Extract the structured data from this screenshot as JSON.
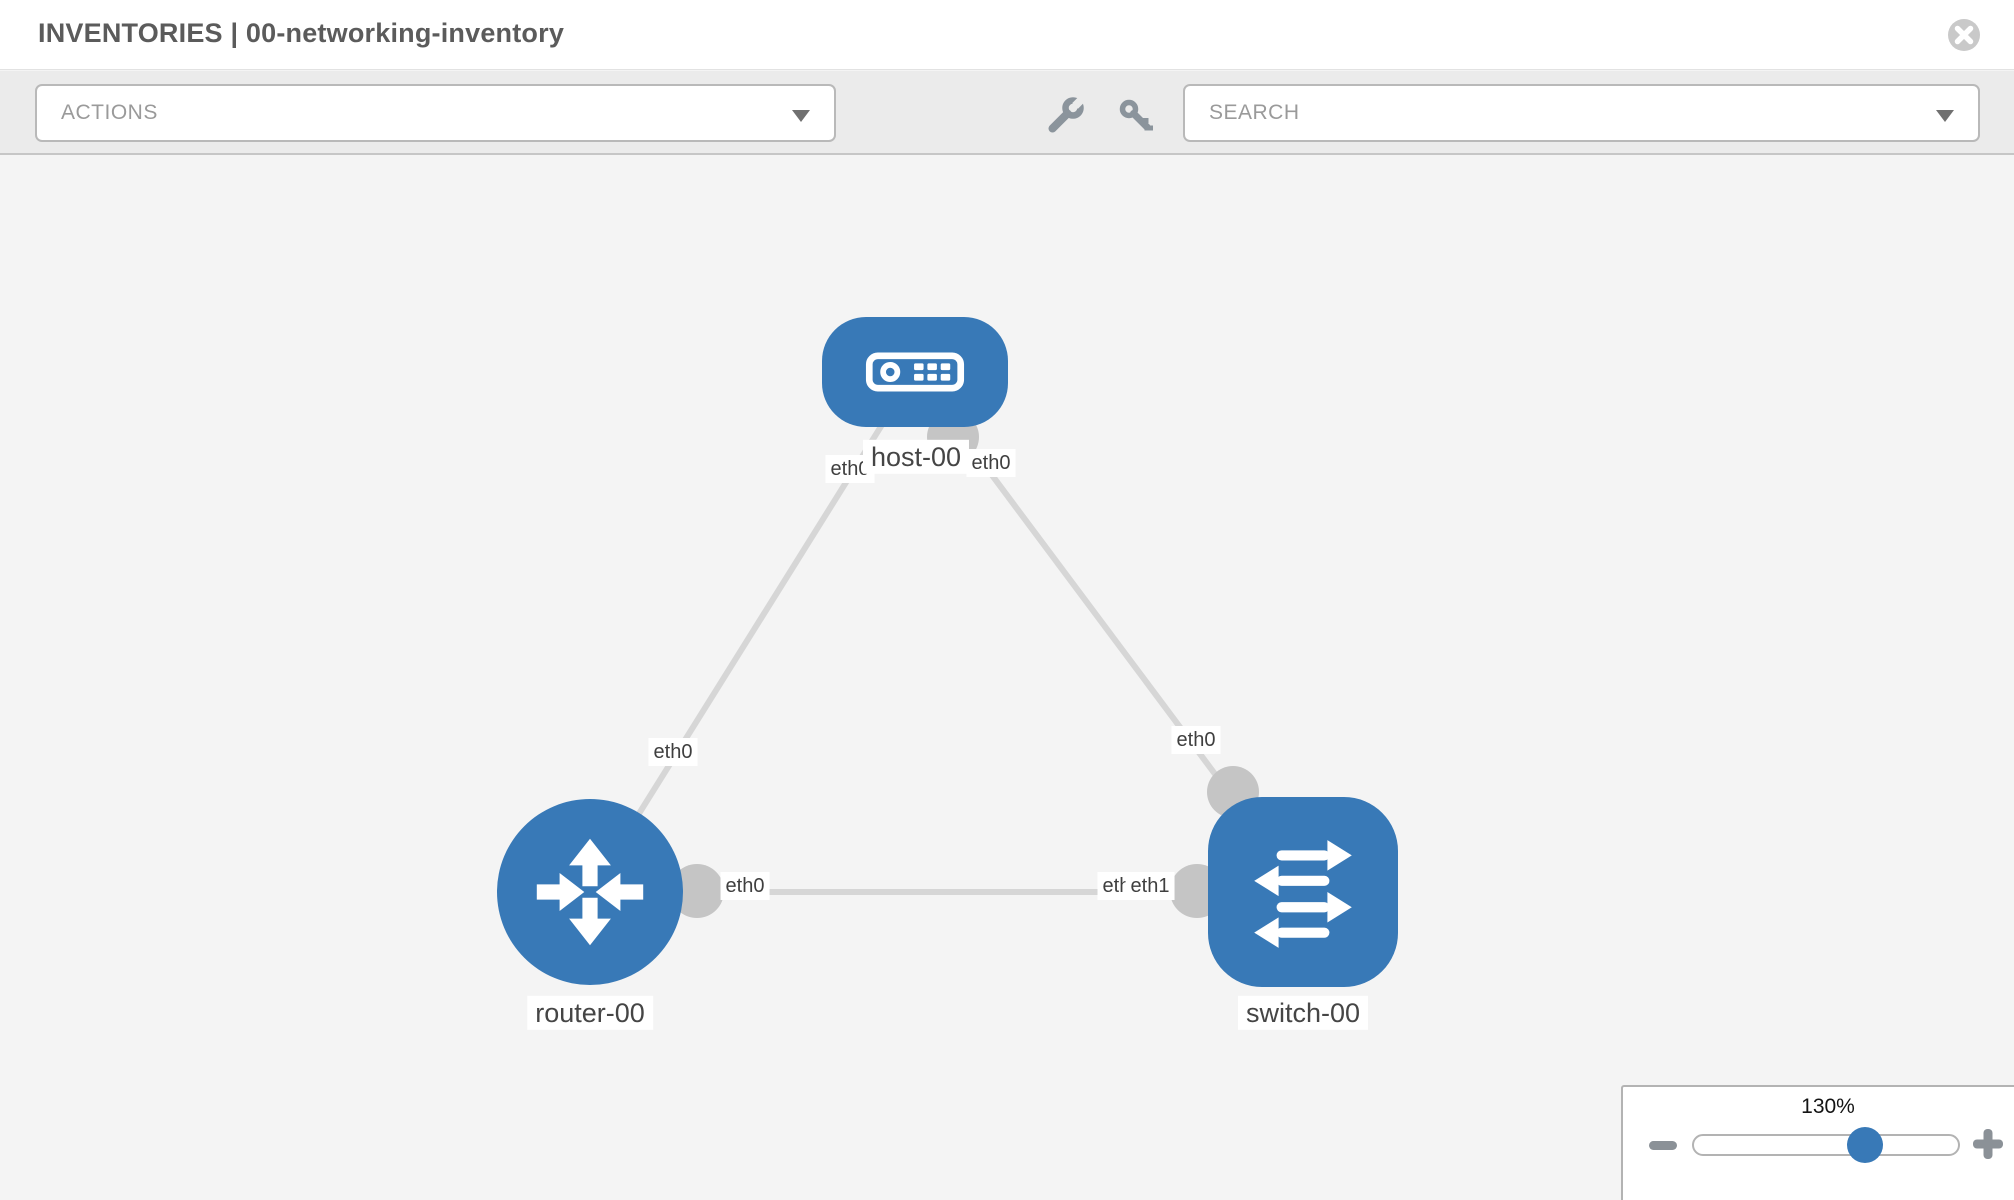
{
  "header": {
    "title": "INVENTORIES | 00-networking-inventory"
  },
  "toolbar": {
    "actions_label": "ACTIONS",
    "search_label": "SEARCH"
  },
  "diagram": {
    "nodes": [
      {
        "name": "host-00",
        "type": "host"
      },
      {
        "name": "router-00",
        "type": "router"
      },
      {
        "name": "switch-00",
        "type": "switch"
      }
    ],
    "links": [
      {
        "from": "host-00",
        "from_port": "eth0",
        "to": "router-00",
        "to_port": "eth0"
      },
      {
        "from": "host-00",
        "from_port": "eth0",
        "to": "switch-00",
        "to_port": "eth0"
      },
      {
        "from": "router-00",
        "from_port": "eth0",
        "to": "switch-00",
        "to_port": "eth1"
      }
    ],
    "port_labels": [
      "eth0",
      "eth0",
      "eth0",
      "eth0",
      "eth0",
      "eth0",
      "eth1"
    ]
  },
  "zoom_panel": {
    "level": "130%"
  },
  "icons": {
    "close": "close-icon",
    "wrench": "wrench-icon",
    "key": "key-icon",
    "dropdown_caret": "chevron-down-icon",
    "zoom_out": "minus-icon",
    "zoom_in": "plus-icon"
  },
  "colors": {
    "node_blue": "#3879b7",
    "link_gray": "#d6d6d6",
    "port_dot_gray": "#c5c5c5",
    "toolbar_bg": "#ebebeb",
    "canvas_bg": "#f4f4f4",
    "icon_gray": "#8b949c"
  }
}
